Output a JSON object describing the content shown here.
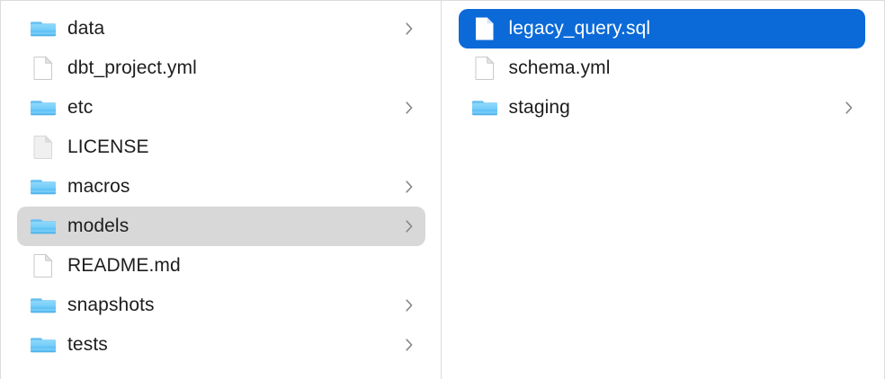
{
  "window": {
    "title": "Finder — Column View",
    "view_mode": "column"
  },
  "colors": {
    "selection_active": "#0b6ad8",
    "selection_inactive": "#d8d8d8",
    "folder_blue": "#5ac8fa",
    "text": "#1d1d1f",
    "text_selected": "#ffffff",
    "chevron": "#86868b",
    "divider": "#dcdcdc"
  },
  "columns": [
    {
      "name": "parent-column",
      "items": [
        {
          "label": "data",
          "type": "folder",
          "icon": "folder-icon",
          "chevron": true,
          "state": "normal"
        },
        {
          "label": "dbt_project.yml",
          "type": "file",
          "icon": "document-icon",
          "chevron": false,
          "state": "normal"
        },
        {
          "label": "etc",
          "type": "folder",
          "icon": "folder-icon",
          "chevron": true,
          "state": "normal"
        },
        {
          "label": "LICENSE",
          "type": "file",
          "icon": "document-plain-icon",
          "chevron": false,
          "state": "normal"
        },
        {
          "label": "macros",
          "type": "folder",
          "icon": "folder-icon",
          "chevron": true,
          "state": "normal"
        },
        {
          "label": "models",
          "type": "folder",
          "icon": "folder-icon",
          "chevron": true,
          "state": "selected-inactive"
        },
        {
          "label": "README.md",
          "type": "file",
          "icon": "document-icon",
          "chevron": false,
          "state": "normal"
        },
        {
          "label": "snapshots",
          "type": "folder",
          "icon": "folder-icon",
          "chevron": true,
          "state": "normal"
        },
        {
          "label": "tests",
          "type": "folder",
          "icon": "folder-icon",
          "chevron": true,
          "state": "normal"
        }
      ]
    },
    {
      "name": "child-column",
      "items": [
        {
          "label": "legacy_query.sql",
          "type": "file",
          "icon": "document-icon",
          "chevron": false,
          "state": "selected-active"
        },
        {
          "label": "schema.yml",
          "type": "file",
          "icon": "document-icon",
          "chevron": false,
          "state": "normal"
        },
        {
          "label": "staging",
          "type": "folder",
          "icon": "folder-icon",
          "chevron": true,
          "state": "normal"
        }
      ]
    }
  ]
}
